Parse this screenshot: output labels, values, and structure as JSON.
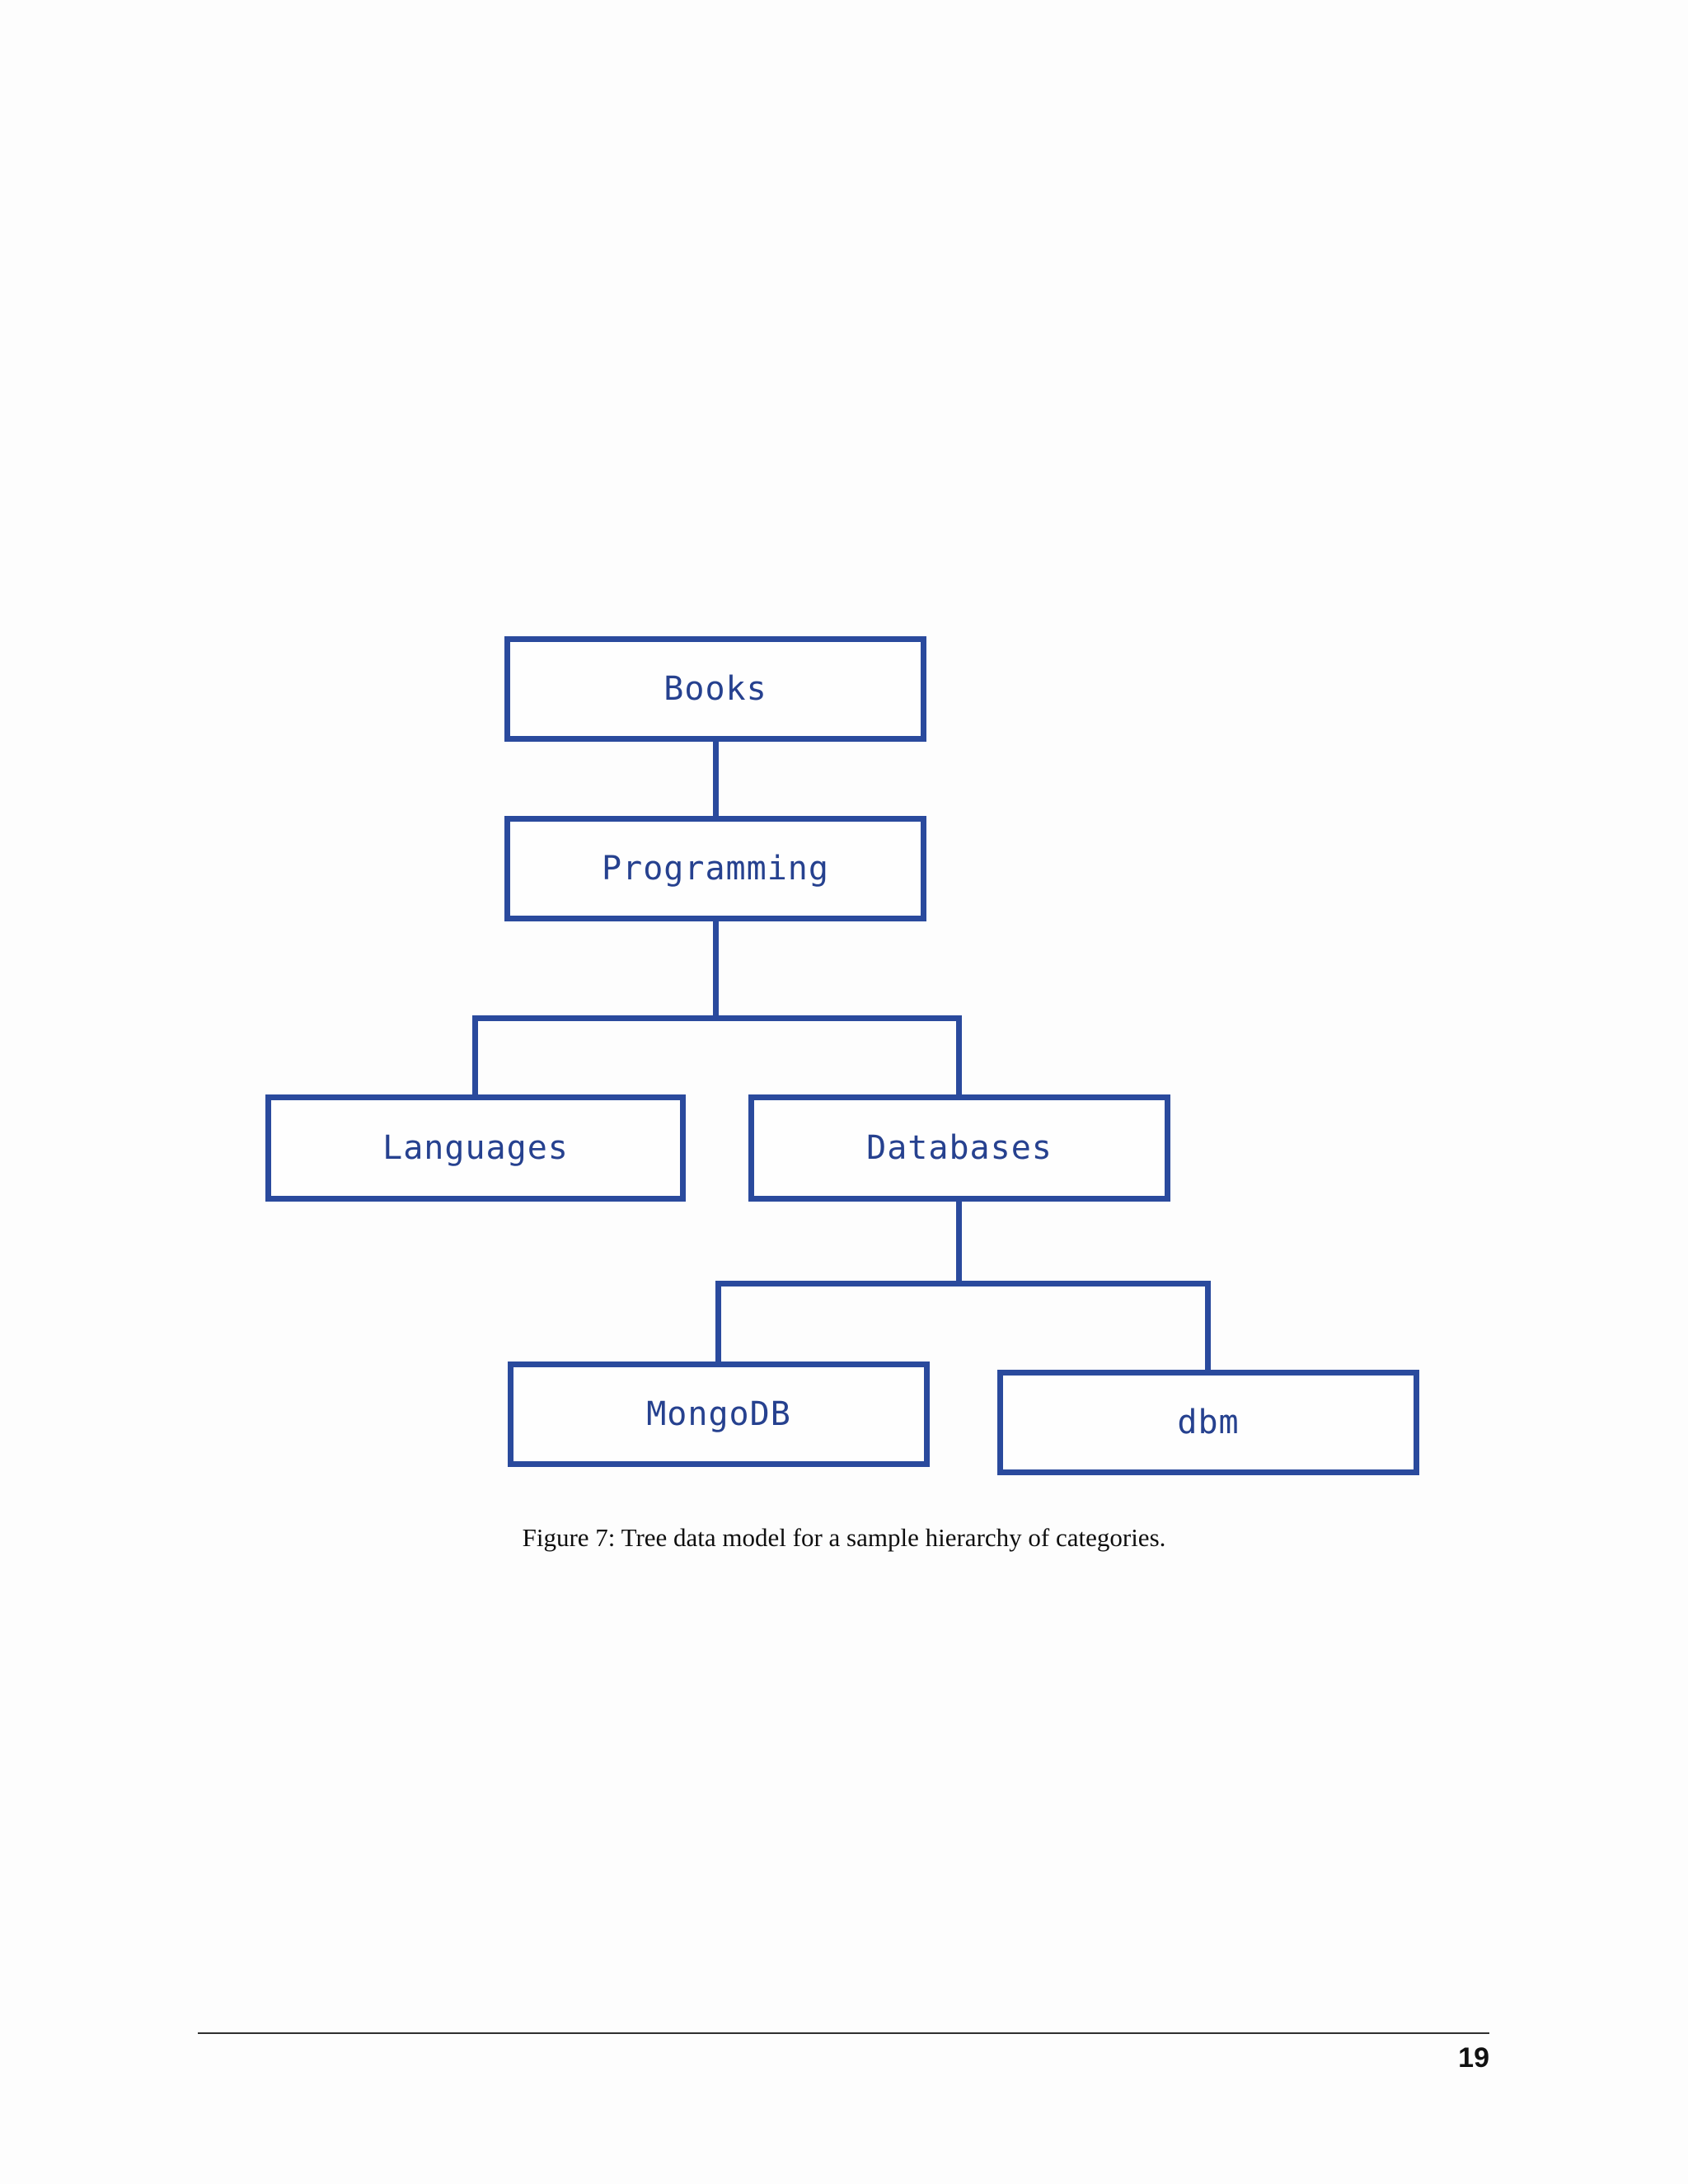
{
  "figure": {
    "caption": "Figure 7: Tree data model for a sample hierarchy of categories.",
    "diagram": {
      "type": "tree",
      "nodes": [
        {
          "id": "books",
          "label": "Books"
        },
        {
          "id": "programming",
          "label": "Programming"
        },
        {
          "id": "languages",
          "label": "Languages"
        },
        {
          "id": "databases",
          "label": "Databases"
        },
        {
          "id": "mongodb",
          "label": "MongoDB"
        },
        {
          "id": "dbm",
          "label": "dbm"
        }
      ],
      "edges": [
        [
          "Books",
          "Programming"
        ],
        [
          "Programming",
          "Languages"
        ],
        [
          "Programming",
          "Databases"
        ],
        [
          "Databases",
          "MongoDB"
        ],
        [
          "Databases",
          "dbm"
        ]
      ],
      "colors": {
        "box_border": "#2a4a9d",
        "box_text": "#26418f",
        "box_fill": "#fefefe"
      }
    }
  },
  "footer": {
    "page_number": "19"
  }
}
